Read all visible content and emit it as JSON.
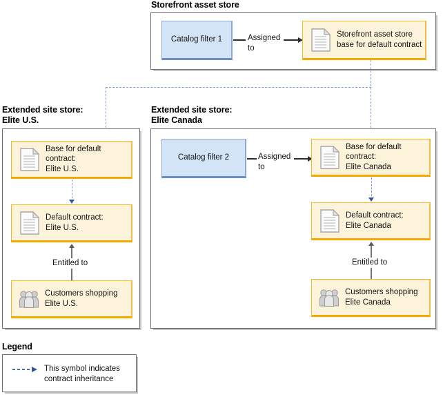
{
  "sections": {
    "storefront": {
      "title": "Storefront asset store"
    },
    "us": {
      "title": "Extended site store:\nElite U.S."
    },
    "canada": {
      "title": "Extended site store:\nElite Canada"
    },
    "legend": {
      "title": "Legend"
    }
  },
  "nodes": {
    "catalog_filter_1": {
      "label": "Catalog filter 1",
      "type": "filter",
      "icon": "none"
    },
    "storefront_base": {
      "label": "Storefront asset store\nbase for default contract",
      "type": "contract",
      "icon": "document-icon"
    },
    "us_base": {
      "label": "Base for default\ncontract:\nElite U.S.",
      "type": "contract",
      "icon": "document-icon"
    },
    "us_default": {
      "label": "Default contract:\nElite U.S.",
      "type": "contract",
      "icon": "document-icon"
    },
    "us_customers": {
      "label": "Customers shopping\nElite U.S.",
      "type": "customers",
      "icon": "people-icon"
    },
    "catalog_filter_2": {
      "label": "Catalog filter 2",
      "type": "filter",
      "icon": "none"
    },
    "ca_base": {
      "label": "Base for default\ncontract:\nElite Canada",
      "type": "contract",
      "icon": "document-icon"
    },
    "ca_default": {
      "label": "Default contract:\nElite Canada",
      "type": "contract",
      "icon": "document-icon"
    },
    "ca_customers": {
      "label": "Customers shopping\nElite Canada",
      "type": "customers",
      "icon": "people-icon"
    }
  },
  "edges": {
    "assigned_to_1": {
      "label": "Assigned\nto"
    },
    "assigned_to_2": {
      "label": "Assigned\nto"
    },
    "entitled_to_us": {
      "label": "Entitled to"
    },
    "entitled_to_ca": {
      "label": "Entitled to"
    }
  },
  "legend": {
    "entry_text": "This symbol indicates\ncontract inheritance"
  },
  "colors": {
    "contract_fill": "#fdf3da",
    "contract_border": "#f2a900",
    "filter_fill": "#d4e4f7",
    "filter_border": "#8aa9d6",
    "inheritance_line": "#7d9cce",
    "solid_line": "#737373",
    "container_border": "#6e6e6e"
  }
}
